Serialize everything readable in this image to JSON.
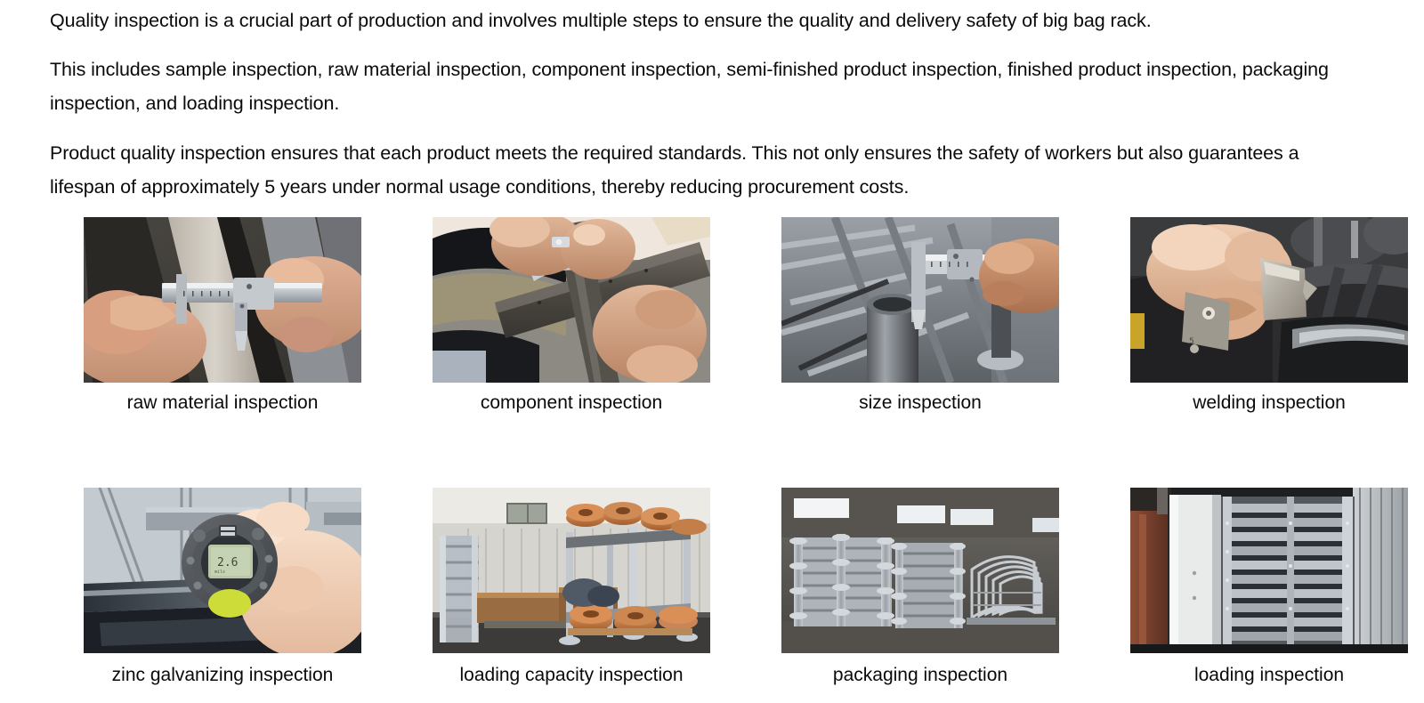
{
  "intro": {
    "paragraph_1": "Quality inspection is a crucial part of production and involves multiple steps to ensure the quality and delivery safety of big bag rack.",
    "paragraph_2": "This includes sample inspection, raw material inspection, component inspection, semi-finished product inspection, finished product inspection, packaging inspection, and loading inspection.",
    "paragraph_3": "Product quality inspection ensures that each product meets the required standards. This not only ensures the safety of workers but also guarantees a lifespan of approximately 5 years under normal usage conditions, thereby reducing procurement costs."
  },
  "gallery": {
    "row1": [
      {
        "caption": "raw material inspection",
        "alt": "hands using a vernier caliper to measure curved steel sheet stock"
      },
      {
        "caption": "component inspection",
        "alt": "worker measuring a steel flat bar component with a caliper"
      },
      {
        "caption": "size inspection",
        "alt": "caliper measuring the diameter of a steel tube on a stack of racks"
      },
      {
        "caption": "welding inspection",
        "alt": "hand holding a weld gauge against a welded seam"
      }
    ],
    "row2": [
      {
        "caption": "zinc galvanizing inspection",
        "alt": "hand holding a digital coating thickness gauge on galvanized steel"
      },
      {
        "caption": "loading capacity inspection",
        "alt": "warehouse stack racks loaded with copper wire spools"
      },
      {
        "caption": "packaging inspection",
        "alt": "stacks of folded galvanized big bag racks in a workshop"
      },
      {
        "caption": "loading inspection",
        "alt": "galvanized racks stacked inside a shipping container"
      }
    ]
  },
  "colors": {
    "text": "#0a0a0a",
    "background": "#ffffff",
    "steel": "#a8adb2",
    "skin": "#d8a285",
    "dark": "#2f3134"
  }
}
